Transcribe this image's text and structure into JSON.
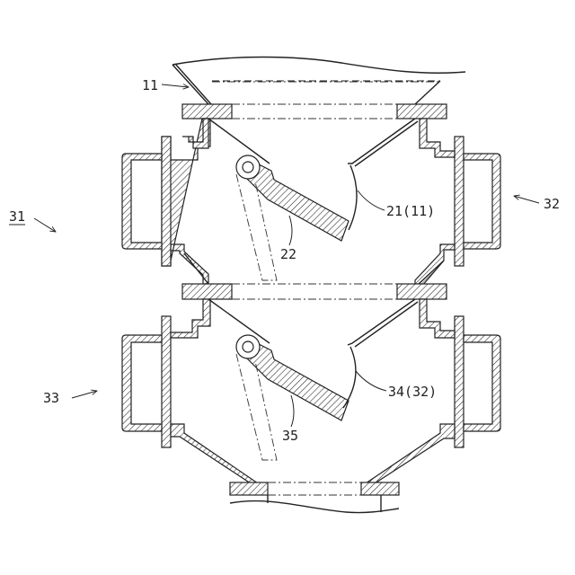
{
  "labels": {
    "ref_11": "11",
    "ref_31": "31",
    "ref_32": "32",
    "ref_33": "33",
    "ref_21_11": "21(11)",
    "ref_22": "22",
    "ref_34_32": "34(32)",
    "ref_35": "35"
  }
}
